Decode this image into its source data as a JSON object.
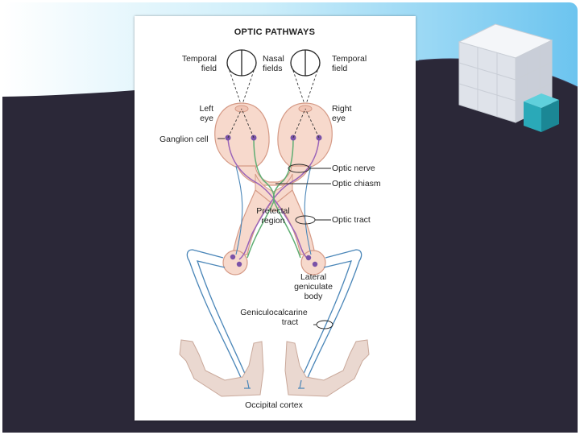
{
  "figure": {
    "title": "OPTIC PATHWAYS",
    "labels": {
      "temporal_field_left": [
        "Temporal",
        "field"
      ],
      "nasal_fields": [
        "Nasal",
        "fields"
      ],
      "temporal_field_right": [
        "Temporal",
        "field"
      ],
      "left_eye": [
        "Left",
        "eye"
      ],
      "right_eye": [
        "Right",
        "eye"
      ],
      "ganglion_cell": "Ganglion cell",
      "optic_nerve": "Optic nerve",
      "optic_chiasm": "Optic chiasm",
      "pretectal_region": [
        "Pretectal",
        "region"
      ],
      "optic_tract": "Optic tract",
      "lateral_geniculate_body": [
        "Lateral",
        "geniculate",
        "body"
      ],
      "geniculocalcarine_tract": [
        "Geniculocalcarine",
        "tract"
      ],
      "occipital_cortex": "Occipital cortex"
    }
  },
  "colors": {
    "slide_dark": "#2b2838",
    "slide_sky": "#86d0f0",
    "tissue_fill": "#f7d9cc",
    "tissue_stroke": "#d59a86",
    "cortex_fill": "#ead8d0",
    "fiber_blue": "#4a86b8",
    "fiber_green": "#5fae73",
    "fiber_purple": "#9a63b8",
    "cube_teal": "#2aa9b8"
  }
}
